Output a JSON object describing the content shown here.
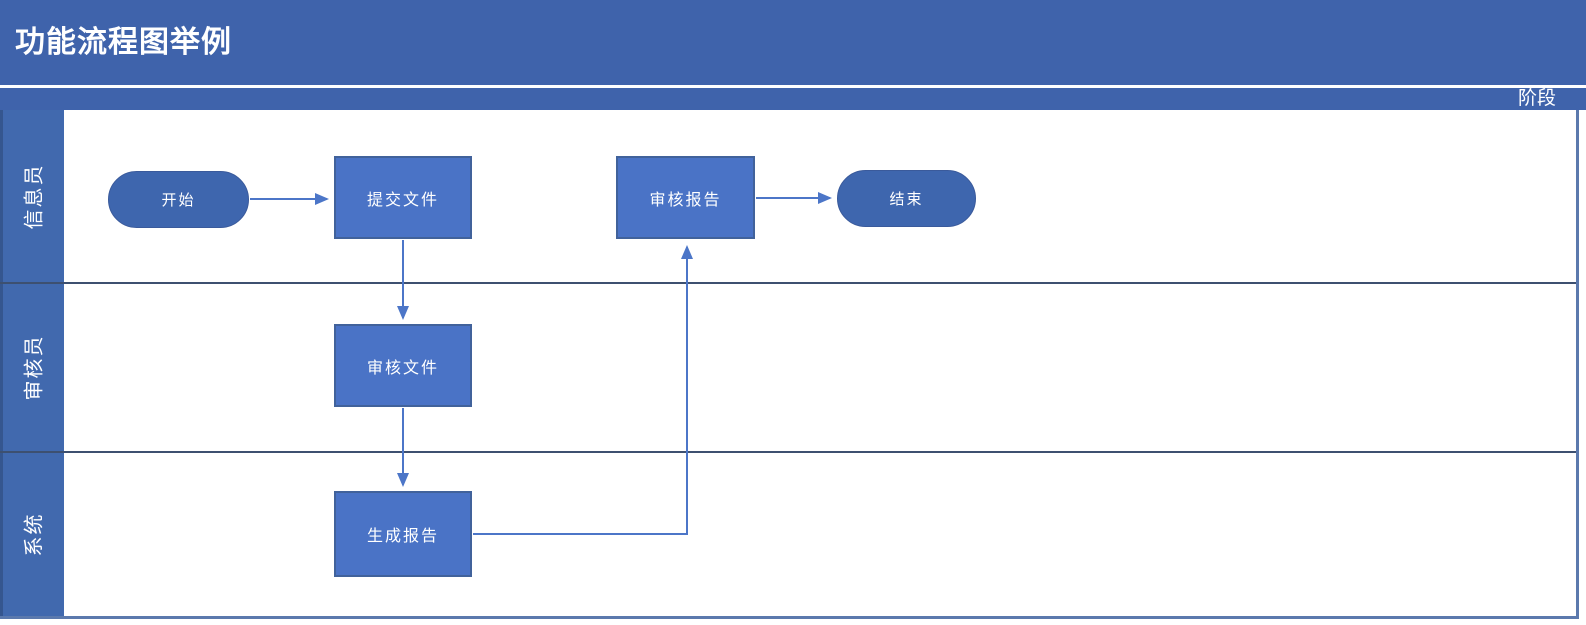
{
  "title": "功能流程图举例",
  "phase_header": "阶段",
  "lanes": [
    {
      "label": "信息员"
    },
    {
      "label": "审核员"
    },
    {
      "label": "系统"
    }
  ],
  "nodes": {
    "start": {
      "label": "开始",
      "type": "terminator",
      "lane": "信息员"
    },
    "submit": {
      "label": "提交文件",
      "type": "process",
      "lane": "信息员"
    },
    "review_report": {
      "label": "审核报告",
      "type": "process",
      "lane": "信息员"
    },
    "end": {
      "label": "结束",
      "type": "terminator",
      "lane": "信息员"
    },
    "review_doc": {
      "label": "审核文件",
      "type": "process",
      "lane": "审核员"
    },
    "generate_report": {
      "label": "生成报告",
      "type": "process",
      "lane": "系统"
    }
  },
  "edges": [
    {
      "from": "start",
      "to": "submit"
    },
    {
      "from": "submit",
      "to": "review_doc"
    },
    {
      "from": "review_doc",
      "to": "generate_report"
    },
    {
      "from": "generate_report",
      "to": "review_report"
    },
    {
      "from": "review_report",
      "to": "end"
    }
  ],
  "colors": {
    "banner": "#3F63AB",
    "lane_strip": "#4169AE",
    "process_fill": "#4A73C6",
    "process_border": "#41629B",
    "terminator_fill": "#3E66AE",
    "connector": "#4C76C8",
    "lane_divider": "#3D5070",
    "frame_border": "#5B79AD",
    "text": "#FFFFFF"
  }
}
